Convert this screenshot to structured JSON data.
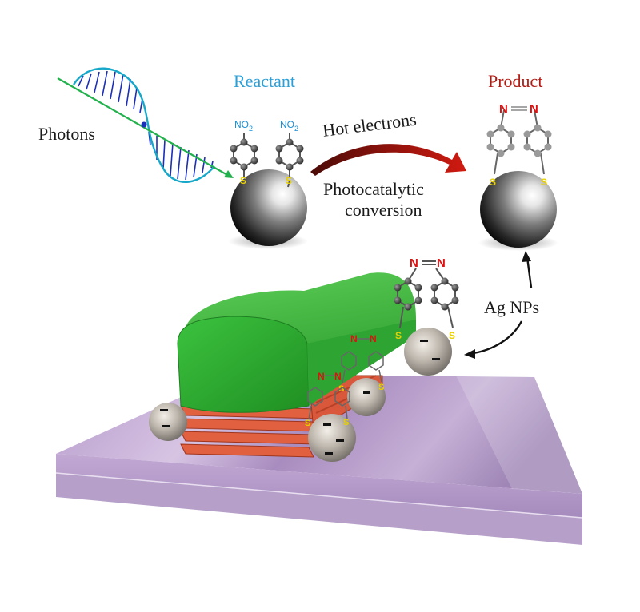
{
  "labels": {
    "photons": "Photons",
    "reactant": "Reactant",
    "product": "Product",
    "hot_electrons": "Hot electrons",
    "photocatalytic": "Photocatalytic",
    "conversion": "conversion",
    "ag_nps": "Ag NPs"
  },
  "molecule_atoms": {
    "nitro_group": "NO",
    "nitro_subscript": "2",
    "sulfur": "S",
    "nitrogen": "N"
  },
  "colors": {
    "reactant_text": "#2a9fd8",
    "product_text": "#b11a12",
    "nanowire_green": "#2fb53b",
    "substrate_lilac": "#c9b3dc",
    "copper_layers": "#e0603f",
    "arrow_red": "#b3140f",
    "wave_blue": "#1c2fb8",
    "wave_cyan": "#17a8c9",
    "wave_green_arrow": "#22b14c"
  },
  "icons": {
    "photon_wave": "em-wave-icon",
    "silver_sphere": "silver-nanoparticle-icon",
    "hot_electron_arrow": "curved-arrow-icon"
  }
}
